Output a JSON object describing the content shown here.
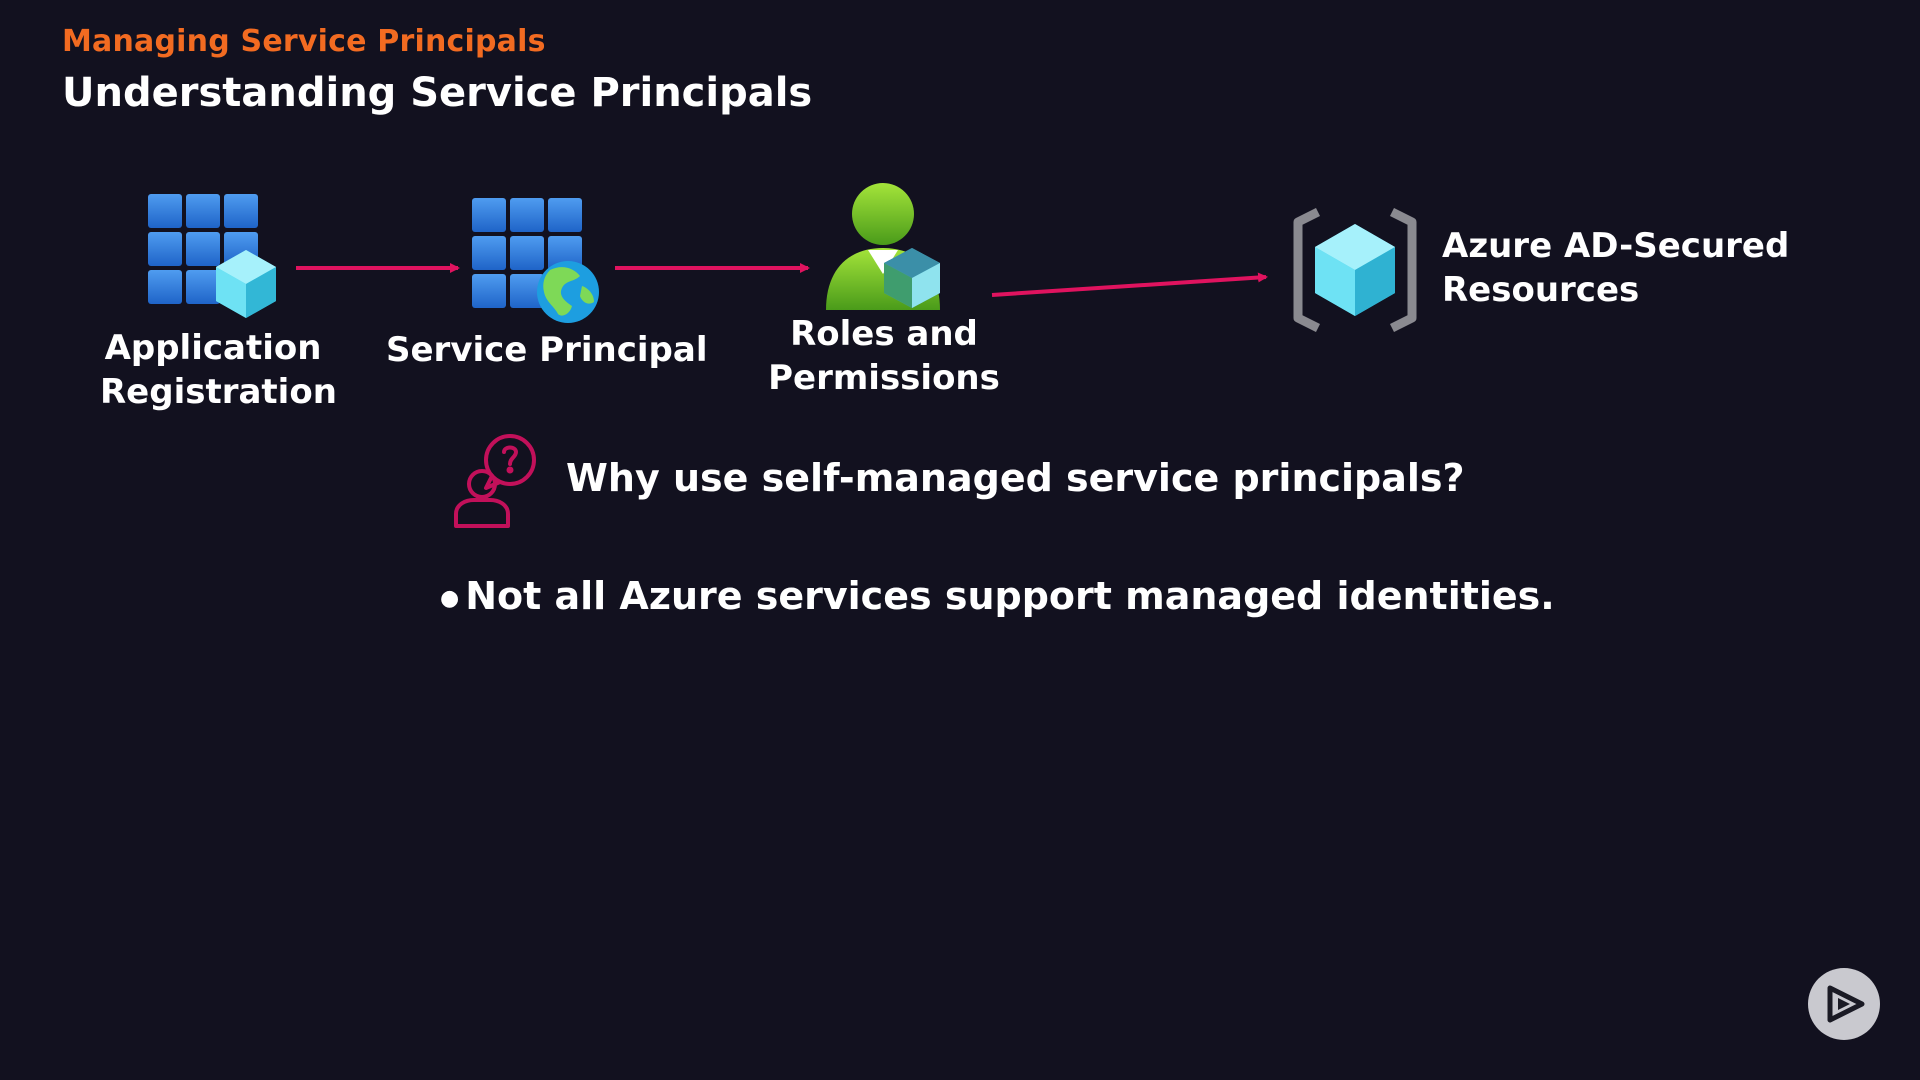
{
  "header": {
    "kicker": "Managing Service Principals",
    "title": "Understanding Service Principals"
  },
  "flow": {
    "nodes": [
      {
        "id": "app-registration",
        "icon": "app-registration-icon",
        "label_lines": [
          "Application",
          "Registration"
        ]
      },
      {
        "id": "service-principal",
        "icon": "service-principal-icon",
        "label_lines": [
          "Service Principal"
        ]
      },
      {
        "id": "roles-permissions",
        "icon": "user-role-icon",
        "label_lines": [
          "Roles and",
          "Permissions"
        ]
      },
      {
        "id": "resources",
        "icon": "resource-cube-icon",
        "label_lines": [
          "Azure AD-Secured",
          "Resources"
        ]
      }
    ],
    "edges": [
      {
        "from": "app-registration",
        "to": "service-principal"
      },
      {
        "from": "service-principal",
        "to": "roles-permissions"
      },
      {
        "from": "roles-permissions",
        "to": "resources"
      }
    ]
  },
  "question": {
    "icon": "person-question-icon",
    "text": "Why use self-managed service principals?"
  },
  "bullets": [
    "Not all Azure services support managed identities."
  ],
  "player": {
    "icon": "play-icon"
  },
  "colors": {
    "background": "#12111f",
    "kicker": "#f26b21",
    "arrow": "#e0135f",
    "question_icon": "#c2105a"
  }
}
